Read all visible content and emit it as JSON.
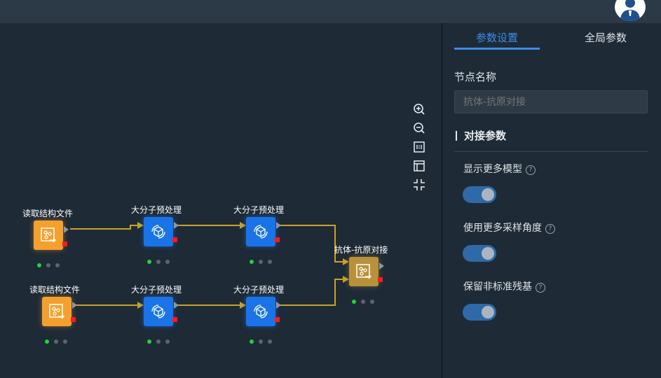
{
  "header": {
    "avatar_icon": "user-avatar-icon"
  },
  "panel": {
    "tabs": [
      {
        "label": "参数设置",
        "active": true
      },
      {
        "label": "全局参数",
        "active": false
      }
    ],
    "node_name_label": "节点名称",
    "node_name_placeholder": "抗体-抗原对接",
    "section_title": "对接参数",
    "options": [
      {
        "label": "显示更多模型",
        "help": "?",
        "enabled": true
      },
      {
        "label": "使用更多采样角度",
        "help": "?",
        "enabled": true
      },
      {
        "label": "保留非标准残基",
        "help": "?",
        "enabled": true
      }
    ]
  },
  "toolbar": {
    "icons": [
      "zoom-in-icon",
      "zoom-out-icon",
      "actual-size-icon",
      "fit-layout-icon",
      "collapse-icon"
    ]
  },
  "workflow": {
    "nodes": [
      {
        "id": "read1",
        "label": "读取结构文件",
        "color": "orange",
        "icon": "structure-file-icon"
      },
      {
        "id": "pre1",
        "label": "大分子预处理",
        "color": "blue",
        "icon": "molecule-process-icon"
      },
      {
        "id": "pre2",
        "label": "大分子预处理",
        "color": "blue",
        "icon": "molecule-process-icon"
      },
      {
        "id": "dock",
        "label": "抗体-抗原对接",
        "color": "gold",
        "icon": "docking-icon"
      },
      {
        "id": "read2",
        "label": "读取结构文件",
        "color": "orange",
        "icon": "structure-file-icon"
      },
      {
        "id": "pre3",
        "label": "大分子预处理",
        "color": "blue",
        "icon": "molecule-process-icon"
      },
      {
        "id": "pre4",
        "label": "大分子预处理",
        "color": "blue",
        "icon": "molecule-process-icon"
      }
    ],
    "colors": {
      "orange": "#f5a02e",
      "blue": "#1a74e8",
      "gold": "#b8913a",
      "edge": "#c9a227",
      "status_on": "#22d43a"
    }
  }
}
